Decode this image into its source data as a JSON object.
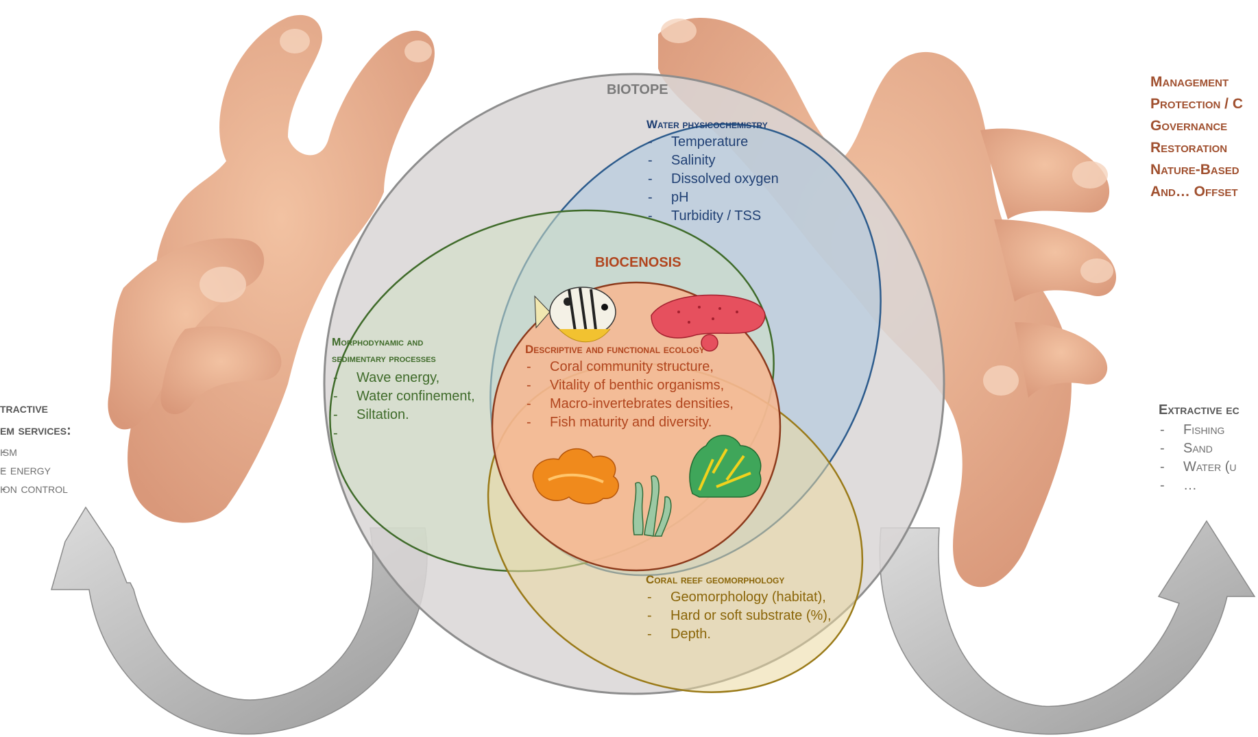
{
  "biotope": {
    "title": "BIOTOPE"
  },
  "water": {
    "title": "Water physicochemistry",
    "items": [
      "Temperature",
      "Salinity",
      "Dissolved oxygen",
      "pH",
      "Turbidity / TSS"
    ]
  },
  "morpho": {
    "title_line1": "Morphodynamic and",
    "title_line2": "sedimentary processes",
    "items": [
      "Wave energy,",
      "Water confinement,",
      "Siltation.",
      ""
    ]
  },
  "biocenosis": {
    "title": "BIOCENOSIS"
  },
  "ecology": {
    "title": "Descriptive and functional ecology",
    "items": [
      "Coral community structure,",
      "Vitality of benthic organisms,",
      "Macro-invertebrates densities,",
      "Fish maturity and diversity."
    ]
  },
  "geomorph": {
    "title": "Coral reef geomorphology",
    "items": [
      "Geomorphology (habitat),",
      "Hard or soft substrate (%),",
      "Depth."
    ]
  },
  "left_services": {
    "title_line1": "tractive",
    "title_line2": "em services:",
    "items": [
      "ism",
      "e energy",
      "ion control"
    ]
  },
  "right_services": {
    "title": "Extractive ec",
    "items": [
      "Fishing",
      "Sand",
      "Water (u",
      "…"
    ]
  },
  "management": {
    "lines": [
      "Management",
      "Protection / C",
      "Governance",
      "Restoration",
      "Nature-Based",
      "And… Offset"
    ]
  },
  "colors": {
    "biotope_fill": "#d9d6d6",
    "water": "#1f3f73",
    "morpho": "#3f6b2a",
    "biocenosis": "#b1451e",
    "geomorph": "#8a6508",
    "management": "#a0502f",
    "services_gray": "#6e6e6e"
  },
  "icons": [
    "hand-left-icon",
    "hand-right-icon",
    "fish-icon",
    "sea-cucumber-icon",
    "orange-coral-icon",
    "seagrass-icon",
    "green-coral-icon",
    "arrow-left-icon",
    "arrow-right-icon"
  ]
}
